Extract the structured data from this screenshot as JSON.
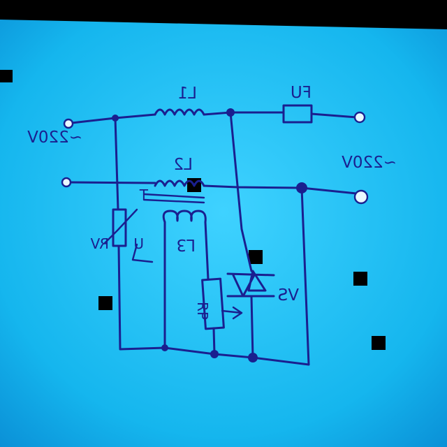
{
  "labels": {
    "left_voltage": "~220V",
    "right_voltage": "~220V",
    "L1": "L1",
    "L2": "L2",
    "L3": "L3",
    "T": "T",
    "FU": "FU",
    "RV": "RV",
    "U": "U",
    "RP": "RP",
    "VS": "VS"
  },
  "colors": {
    "paper": "#0fc3f3",
    "ink": "#1a1f8f",
    "background": "#000000"
  }
}
